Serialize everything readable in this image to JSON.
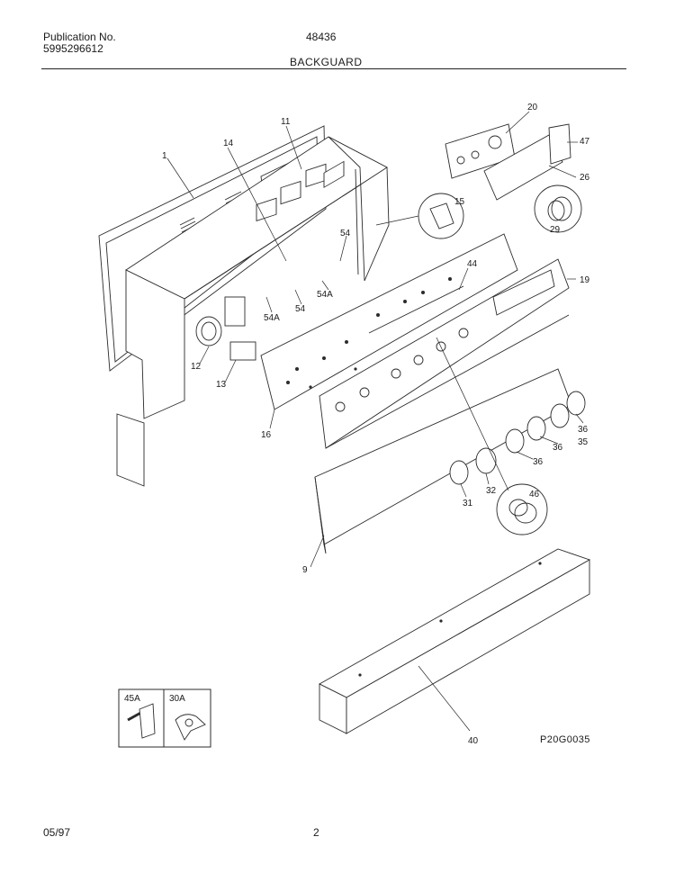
{
  "header": {
    "publication_label": "Publication No.",
    "publication_number": "5995296612",
    "model_number": "48436",
    "section_title": "BACKGUARD"
  },
  "footer": {
    "date": "05/97",
    "page": "2",
    "drawing_code": "P20G0035"
  },
  "callouts": {
    "c1": "1",
    "c11": "11",
    "c14": "14",
    "c20": "20",
    "c47": "47",
    "c26": "26",
    "c15": "15",
    "c29": "29",
    "c54_top": "54",
    "c44": "44",
    "c19": "19",
    "c54a_right": "54A",
    "c54_mid": "54",
    "c54a_left": "54A",
    "c12": "12",
    "c13": "13",
    "c16": "16",
    "c36_a": "36",
    "c35": "35",
    "c36_b": "36",
    "c36_c": "36",
    "c31": "31",
    "c32": "32",
    "c46": "46",
    "c9": "9",
    "c40": "40"
  },
  "insets": {
    "left_label": "45A",
    "right_label": "30A"
  }
}
